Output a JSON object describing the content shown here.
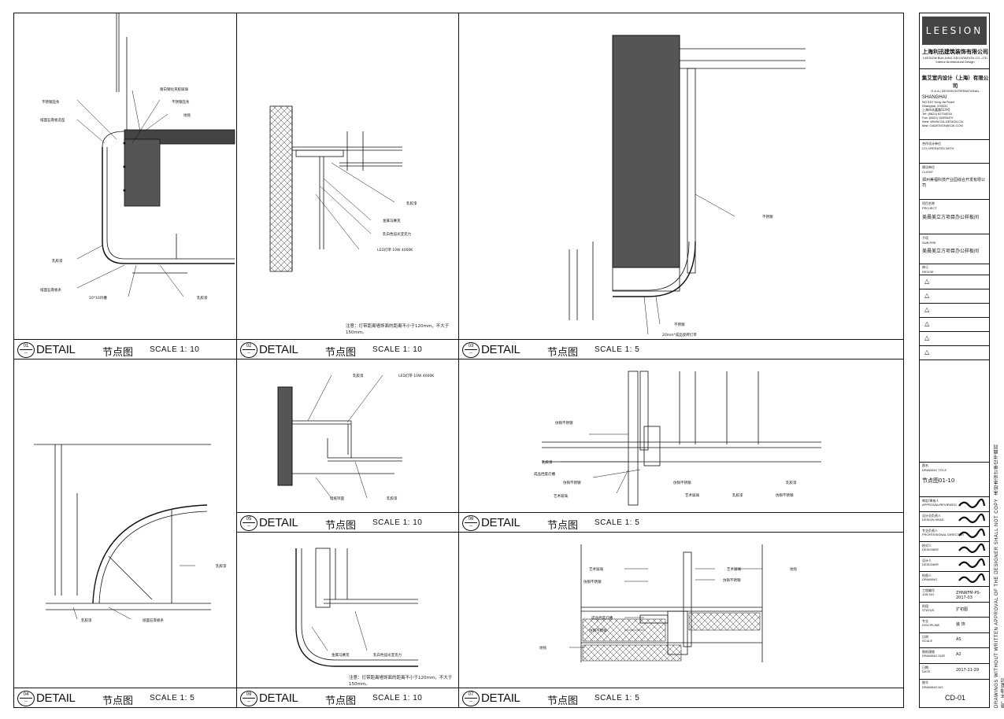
{
  "details": [
    {
      "num": "01",
      "label": "DETAIL",
      "cn": "节点图",
      "scale": "SCALE 1: 10"
    },
    {
      "num": "02",
      "label": "DETAIL",
      "cn": "节点图",
      "scale": "SCALE 1: 10"
    },
    {
      "num": "03",
      "label": "DETAIL",
      "cn": "节点图",
      "scale": "SCALE 1: 5"
    },
    {
      "num": "04",
      "label": "DETAIL",
      "cn": "节点图",
      "scale": "SCALE 1: 5"
    },
    {
      "num": "05",
      "label": "DETAIL",
      "cn": "节点图",
      "scale": "SCALE 1: 10"
    },
    {
      "num": "06",
      "label": "DETAIL",
      "cn": "节点图",
      "scale": "SCALE 1: 5"
    },
    {
      "num": "09",
      "label": "DETAIL",
      "cn": "节点图",
      "scale": "SCALE 1: 10"
    },
    {
      "num": "07",
      "label": "DETAIL",
      "cn": "节点图",
      "scale": "SCALE 1: 5"
    }
  ],
  "notes": {
    "d02": "注意：灯带距离墙饰面的距离不小于120mm，不大于150mm。",
    "d09": "注意：灯带距离墙饰面的距离不小于120mm，不大于150mm。"
  },
  "callouts": {
    "d01": [
      "镀白钢化夹胶玻璃",
      "不锈钢压条",
      "不锈钢压条",
      "纸面石膏板造型",
      "地毯",
      "乳胶漆",
      "纸面石膏板条",
      "10*10凹槽",
      "乳胶漆"
    ],
    "d02": [
      "乳胶漆",
      "金属马赛克",
      "乳白色弧光亚克力",
      "LED灯带 10W 4000K"
    ],
    "d03": [
      "不锈钢",
      "不锈钢",
      "20mm*成品瓷砖灯带"
    ],
    "d04": [
      "乳胶漆",
      "乳胶漆",
      "纸面石膏板条"
    ],
    "d05": [
      "乳胶漆",
      "LED灯带 10W 4000K",
      "墙纸饰面",
      "乳胶漆"
    ],
    "d06": [
      "仿铜不锈钢",
      "乳胶漆",
      "成品挡度灯槽",
      "仿铜不锈钢",
      "艺术玻璃",
      "仿铜不锈钢",
      "艺术玻璃",
      "乳胶漆",
      "仿铜不锈钢",
      "乳胶漆"
    ],
    "d09": [
      "金属马赛克",
      "乳白色弧光亚克力"
    ],
    "d07": [
      "艺术玻璃",
      "仿铜不锈钢",
      "艺术玻璃",
      "仿铜不锈钢",
      "地毯",
      "成品挡度灯槽",
      "仿铜不锈钢",
      "地毯"
    ]
  },
  "titleblock": {
    "logo": "LEESION",
    "company_cn": "上海利迅建筑装饰有限公司",
    "company_en": "LEESION BUILDING DECORATION CO.,LTD",
    "company_sub": "Interior Architectural Design",
    "design_cn": "集艾室内设计（上海）有限公司",
    "design_en": "G & A | DESIGN INTERNATIONAL",
    "city": "SHANGHAI",
    "addr": [
      "NO.519 Yong Jia Road",
      "Shanghai, 200031",
      "上海市永嘉路519号",
      "Tel:   (8621) 62704016",
      "Fax:  (8621) 62098470",
      "Web:  WWW.GA-DESIGN.CN",
      "Mail: GADESIGN@126.COM"
    ],
    "coop_label": "合作设计单位",
    "coop_en": "CO-OPERATED WITH",
    "client_label": "建设单位",
    "client_en": "CLIENT",
    "client": "郑州美福科技产业园综合开发有限公司",
    "project_label": "项目名称",
    "project_en": "PROJECT",
    "project": "美晨美立方项目办公样板间",
    "subpre_label": "子项",
    "subpre_en": "SUB-PRE",
    "subpre": "美晨美立方项目办公样板间",
    "revise_label": "修订",
    "revise_en": "REVISE",
    "title_label": "图名",
    "title_en": "DRAWING TITLE",
    "title": "节点图01-10",
    "roles": [
      {
        "cn": "审定/审核人",
        "en": "APPROVAL/REVIEWED"
      },
      {
        "cn": "设计总负责人",
        "en": "DESIGN HEAD"
      },
      {
        "cn": "专业负责人",
        "en": "PROFESSIONAL DIRECTOR"
      },
      {
        "cn": "校对人",
        "en": "DESIGNER"
      },
      {
        "cn": "设计人",
        "en": "DESIGNER"
      },
      {
        "cn": "绘图人",
        "en": "DRAWING"
      }
    ],
    "fields": [
      {
        "cn": "工程编号",
        "en": "JOB NO.",
        "val": "ZHNRFM-PS-2017-03"
      },
      {
        "cn": "阶段",
        "en": "STATUS",
        "val": "扩初图"
      },
      {
        "cn": "专业",
        "en": "DISCIPLINE",
        "val": "装 饰"
      },
      {
        "cn": "比例",
        "en": "SCALE",
        "val": "AS"
      },
      {
        "cn": "图纸规格",
        "en": "DRAWING SIZE",
        "val": "A2"
      },
      {
        "cn": "日期",
        "en": "DATE",
        "val": "2017-11-29"
      }
    ],
    "dwgno_label": "图号",
    "dwgno_en": "DRAWING NO.",
    "dwgno": "CD-01"
  },
  "side_note": "DRAWINGS WITHOUT WRITTEN APPROVAL OF THE DESIGNER SHALL NOT COPY",
  "side_note_cn": "未经本设计单位书面同意，不得复印"
}
